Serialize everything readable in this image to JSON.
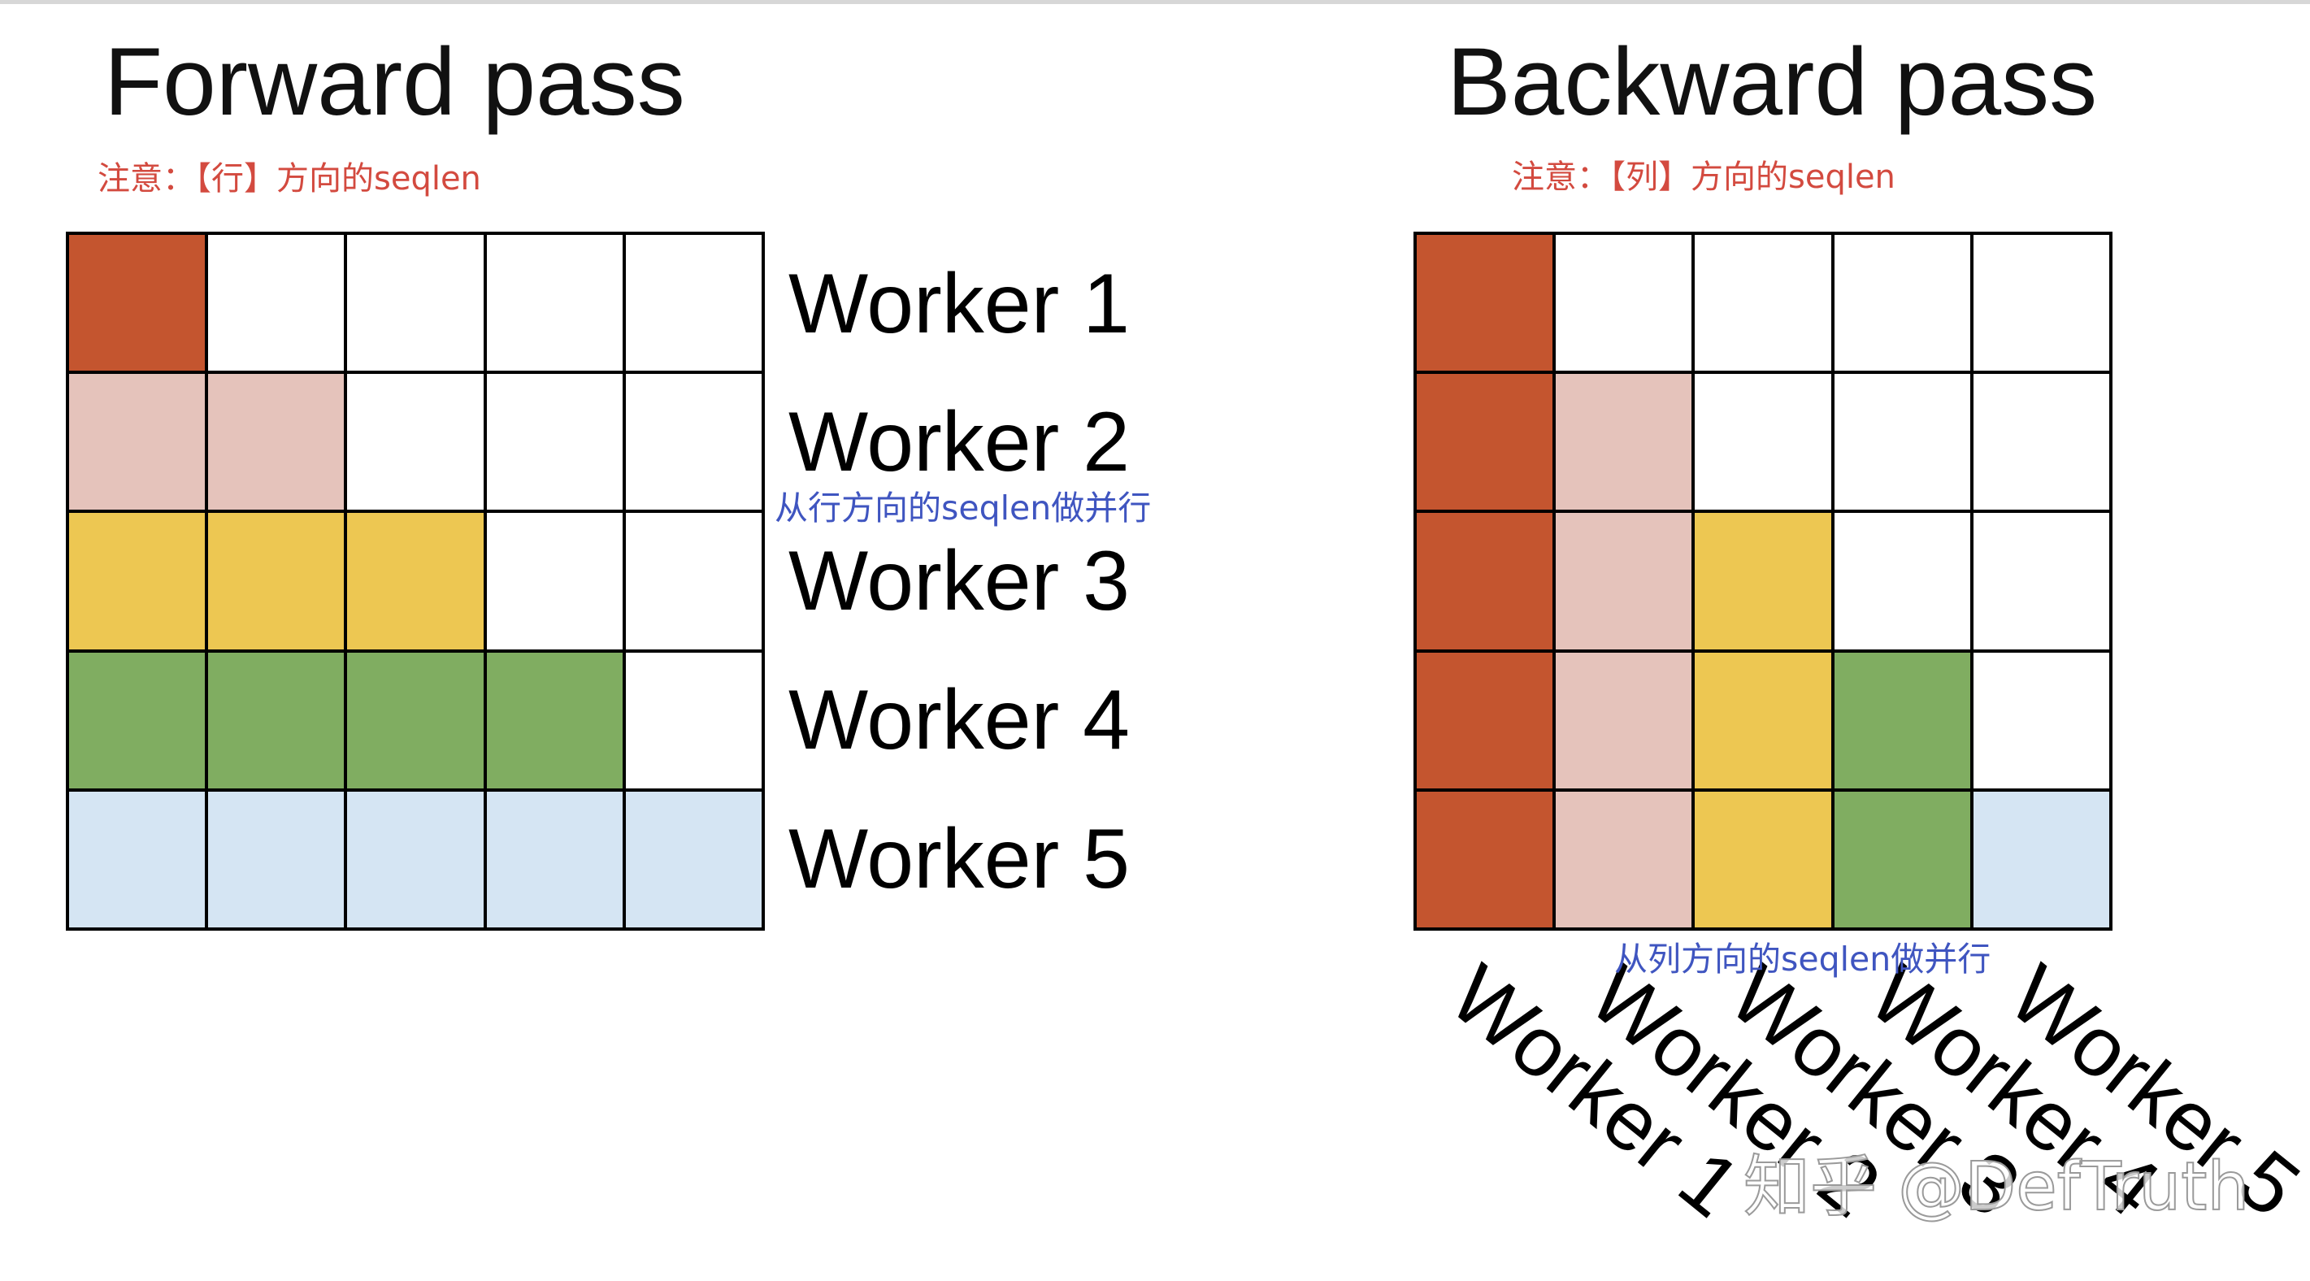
{
  "colors": {
    "worker1": "#c4552f",
    "worker2": "#e5c3bb",
    "worker3": "#edc752",
    "worker4": "#80ad61",
    "worker5": "#d5e5f3",
    "empty": "#ffffff",
    "note": "#d34a3f",
    "annotation": "#3f55c0"
  },
  "forward": {
    "title": "Forward pass",
    "note": "注意：【行】方向的seqlen",
    "annotation": "从行方向的seqlen做并行",
    "worker_labels": [
      "Worker 1",
      "Worker 2",
      "Worker 3",
      "Worker 4",
      "Worker 5"
    ],
    "cells": [
      [
        1,
        0,
        0,
        0,
        0
      ],
      [
        2,
        2,
        0,
        0,
        0
      ],
      [
        3,
        3,
        3,
        0,
        0
      ],
      [
        4,
        4,
        4,
        4,
        0
      ],
      [
        5,
        5,
        5,
        5,
        5
      ]
    ]
  },
  "backward": {
    "title": "Backward pass",
    "note": "注意：【列】方向的seqlen",
    "annotation": "从列方向的seqlen做并行",
    "worker_labels": [
      "Worker 1",
      "Worker 2",
      "Worker 3",
      "Worker 4",
      "Worker 5"
    ],
    "cells": [
      [
        1,
        0,
        0,
        0,
        0
      ],
      [
        1,
        2,
        0,
        0,
        0
      ],
      [
        1,
        2,
        3,
        0,
        0
      ],
      [
        1,
        2,
        3,
        4,
        0
      ],
      [
        1,
        2,
        3,
        4,
        5
      ]
    ]
  },
  "watermark": "知乎 @DefTruth"
}
